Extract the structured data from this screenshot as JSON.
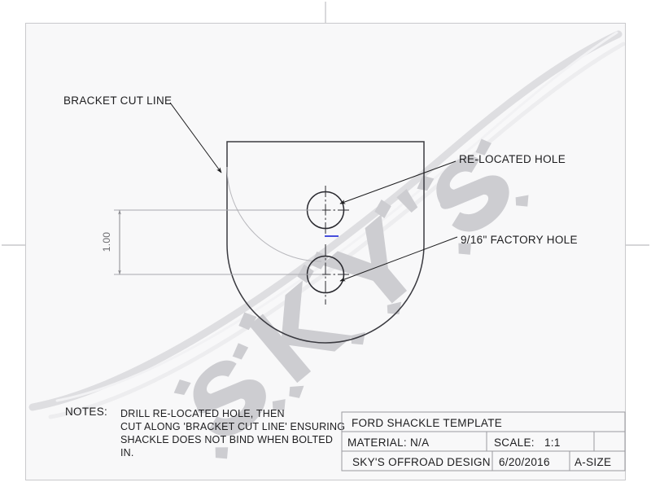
{
  "sheet": {
    "background_color": "#ffffff",
    "drawing_area_color": "#f8f8f9",
    "border_color": "#c9c9cc",
    "line_color": "#3a3a40",
    "dim_color": "#8a8a8f",
    "accent_color": "#2e36d8",
    "watermark_color": "#c8c8cc"
  },
  "annotations": {
    "bracket_cut_line": "BRACKET CUT LINE",
    "relocated_hole": "RE-LOCATED HOLE",
    "factory_hole": "9/16\" FACTORY HOLE"
  },
  "dimensions": {
    "vertical_hole_spacing": "1.00"
  },
  "notes": {
    "label": "NOTES:",
    "lines": [
      "DRILL RE-LOCATED HOLE, THEN",
      "CUT ALONG 'BRACKET CUT LINE' ENSURING",
      "SHACKLE DOES NOT BIND WHEN BOLTED",
      "IN."
    ]
  },
  "title_block": {
    "title": "FORD SHACKLE TEMPLATE",
    "material_label": "MATERIAL: N/A",
    "scale_label": "SCALE:   1:1",
    "company": "SKY'S OFFROAD DESIGN",
    "date": "6/20/2016",
    "size": "A-SIZE"
  },
  "watermark": {
    "text": "SKY'S",
    "style": "blackletter-diagonal-swoosh"
  }
}
